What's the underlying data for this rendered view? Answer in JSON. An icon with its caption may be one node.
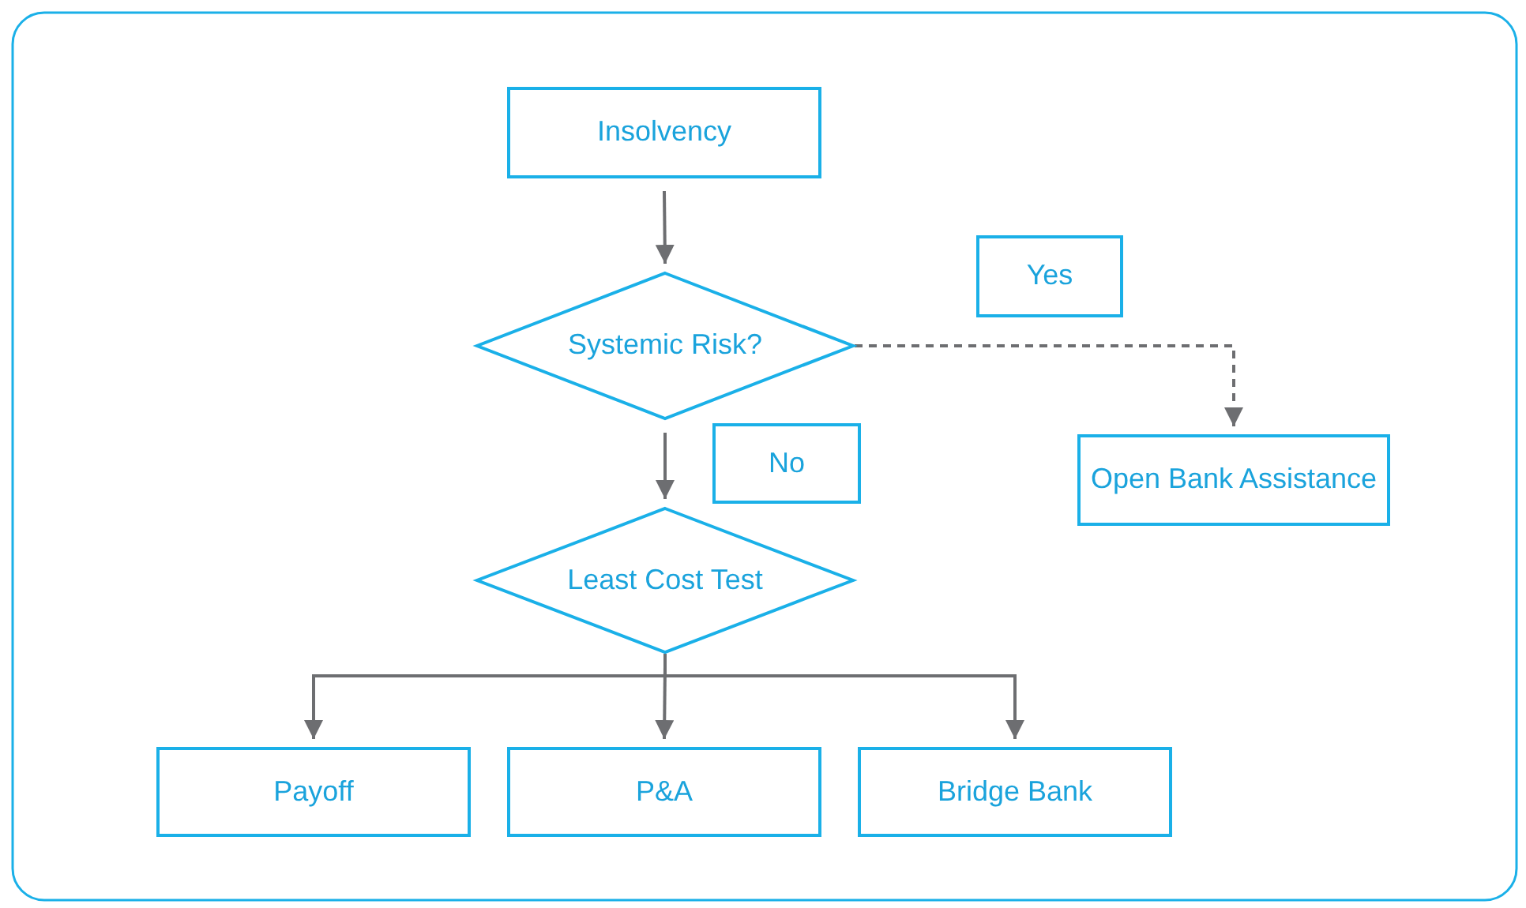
{
  "diagram": {
    "nodes": [
      {
        "text": [
          "Insolvency"
        ]
      },
      {
        "text": [
          "Systemic Risk?"
        ]
      },
      {
        "text": [
          "Yes"
        ]
      },
      {
        "text": [
          "Open Bank Assistance"
        ]
      },
      {
        "text": [
          "No"
        ]
      },
      {
        "text": [
          "Least Cost Test"
        ]
      },
      {
        "text": [
          "Payoff"
        ]
      },
      {
        "text": [
          "P&A"
        ]
      },
      {
        "text": [
          "Bridge Bank"
        ]
      }
    ],
    "edges": [
      {
        "from": 0,
        "to": 1,
        "arrow": "to"
      },
      {
        "from": 1,
        "to": 3,
        "arrow": "to",
        "style": "dashed"
      },
      {
        "from": 1,
        "to": 5,
        "arrow": "to"
      },
      {
        "from": 5,
        "to": 6,
        "arrow": "to"
      },
      {
        "from": 5,
        "to": 7,
        "arrow": "to"
      },
      {
        "from": 5,
        "to": 8,
        "arrow": "to"
      }
    ]
  }
}
